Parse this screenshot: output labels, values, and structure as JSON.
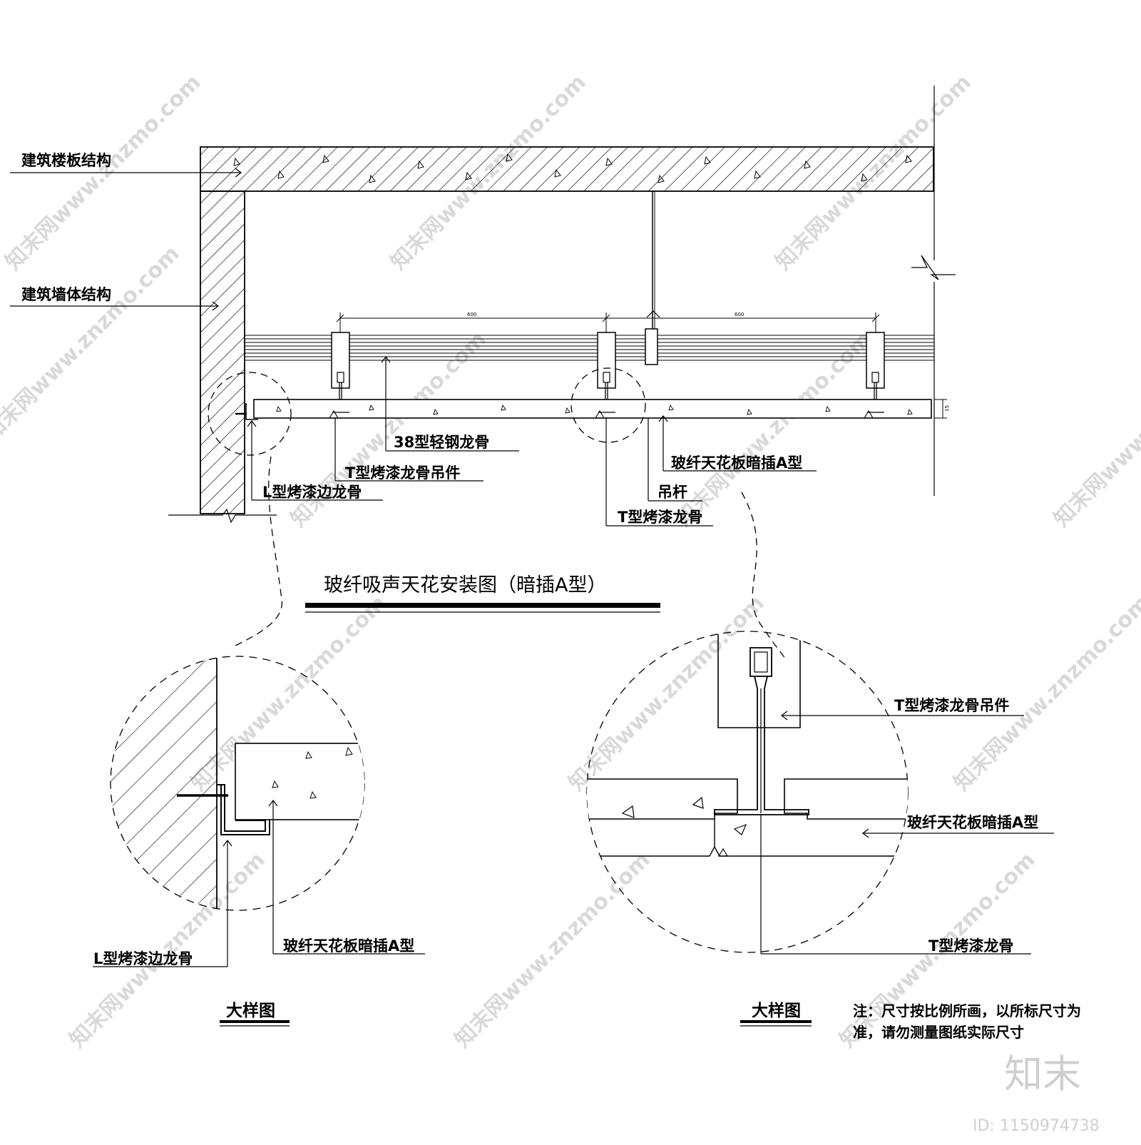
{
  "title": "玻纤吸声天花安装图（暗插A型）",
  "labels": {
    "floor_slab": "建筑楼板结构",
    "wall": "建筑墙体结构",
    "main_runner_38": "38型轻钢龙骨",
    "t_hanger": "T型烤漆龙骨吊件",
    "l_edge": "L型烤漆边龙骨",
    "panel": "玻纤天花板暗插A型",
    "rod": "吊杆",
    "t_runner": "T型烤漆龙骨"
  },
  "dimensions": {
    "span_left": "600",
    "span_right": "600",
    "thickness": "15"
  },
  "detail_left": {
    "caption": "大样图",
    "l_edge": "L型烤漆边龙骨",
    "panel": "玻纤天花板暗插A型"
  },
  "detail_right": {
    "caption": "大样图",
    "t_hanger": "T型烤漆龙骨吊件",
    "panel": "玻纤天花板暗插A型",
    "t_runner": "T型烤漆龙骨"
  },
  "note": {
    "line1": "注：尺寸按比例所画，以所标尺寸为",
    "line2": "准，请勿测量图纸实际尺寸"
  },
  "watermark": {
    "text": "知末网www.znzmo.com",
    "logo": "知末",
    "id": "ID: 1150974738"
  },
  "colors": {
    "line": "#000000",
    "watermark": "#d9d9d9",
    "background": "#ffffff"
  }
}
